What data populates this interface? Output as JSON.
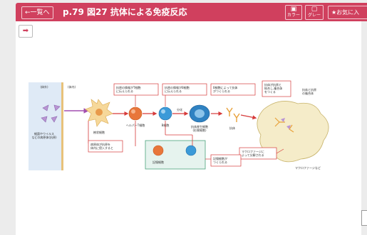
{
  "toolbar": {
    "back_label": "←一覧へ",
    "title": "p.79 図27 抗体による免疫反応",
    "color_label": "カラー",
    "gray_label": "グレー",
    "favorite_label": "★お気に入"
  },
  "colors": {
    "accent": "#d0405e",
    "cell_orange": "#e8763a",
    "cell_blue": "#3b9ad8",
    "memory_box": "#e6f3ee"
  },
  "diagram": {
    "outside_label": "(体外)",
    "inside_label": "(体内)",
    "pathogen_caption": "細菌やウイルス\nなどの病原体(抗原)",
    "box_helper_recognize": "抗原の情報がT細胞\nに伝えられる",
    "box_b_recognize": "抗原の情報がB細胞\nに伝えられる",
    "box_antibody_made": "B細胞によって抗体\nがつくられる",
    "box_complex": "抗体が抗原と\n結合し,複合体\nをつくる",
    "box_invade": "病原体が抗原を\n体内に侵入すると",
    "box_memory": "記憶細胞が\nつくられる",
    "box_macrophage": "マクロファージに\nよって分解される",
    "label_dendritic": "樹状細胞",
    "label_helper": "ヘルパーT細胞",
    "label_b_cell": "B細胞",
    "label_differentiate": "分化",
    "label_plasma": "抗体産生細胞\n(形質細胞)",
    "label_antibody": "抗体",
    "label_memory": "記憶細胞",
    "label_complex": "抗体と抗原\nの複合体",
    "label_macrophage": "マクロファージなど"
  }
}
